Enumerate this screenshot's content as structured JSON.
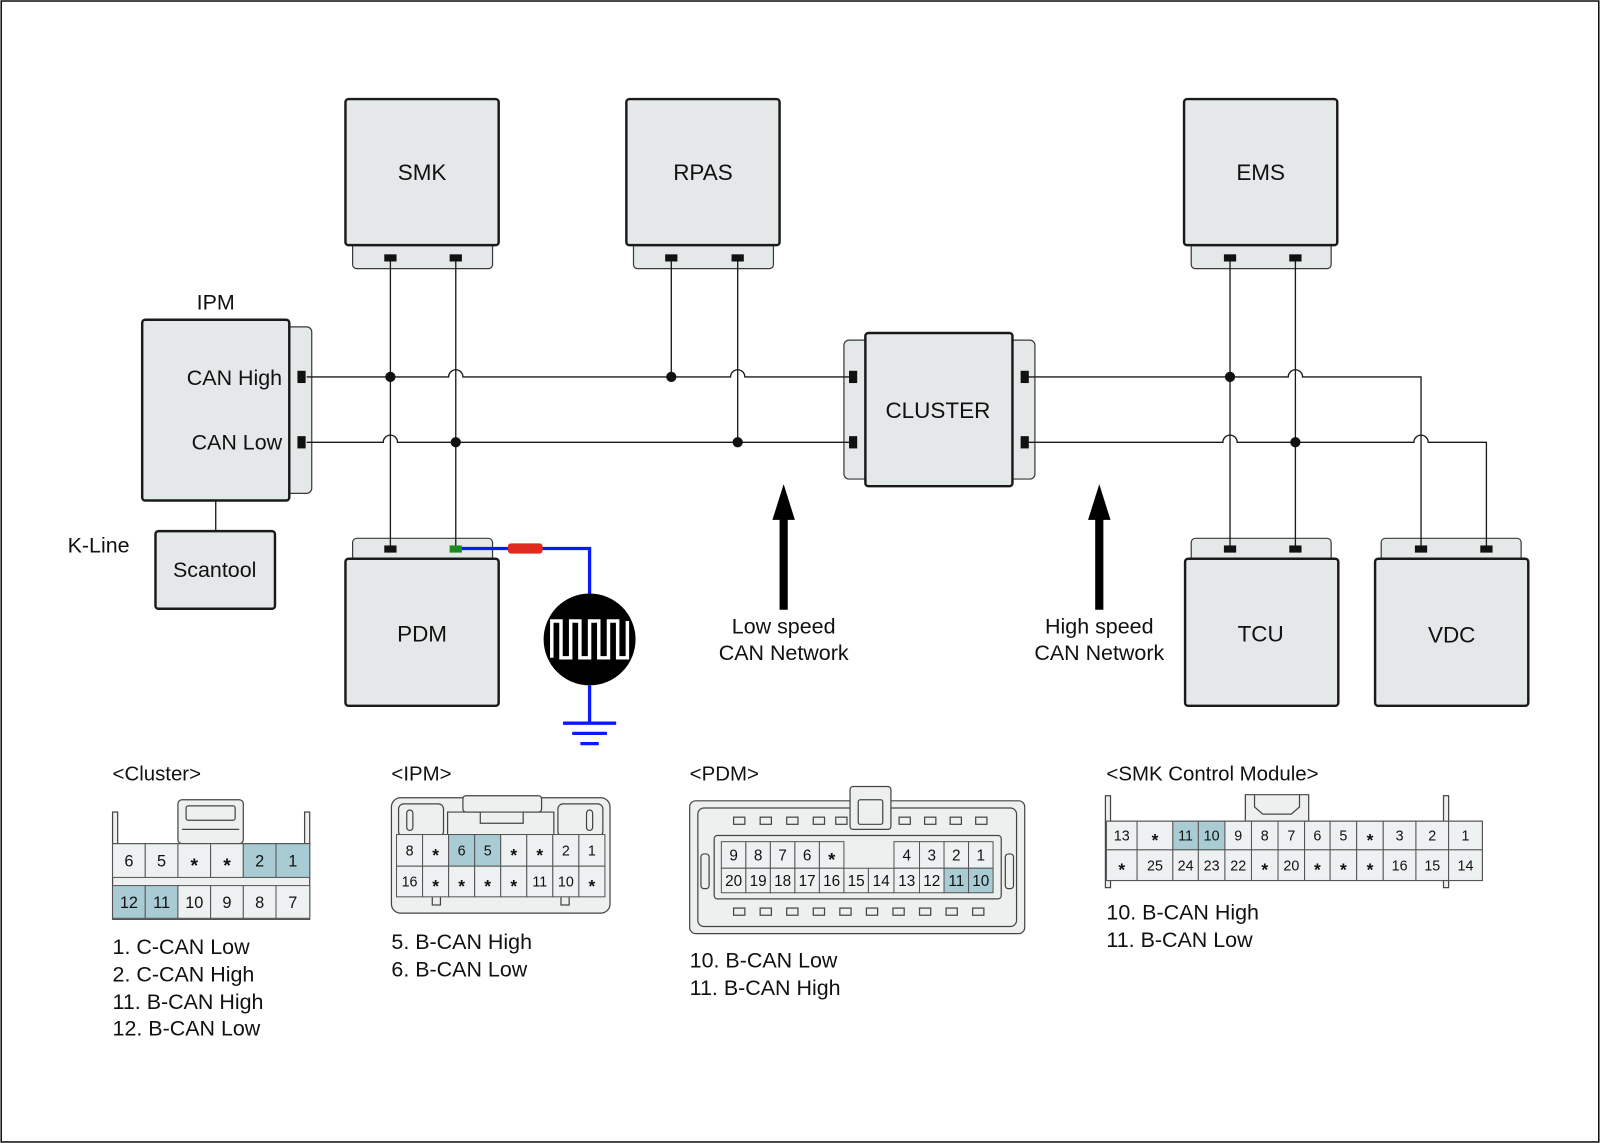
{
  "modules": {
    "smk": "SMK",
    "rpas": "RPAS",
    "ems": "EMS",
    "ipm": "IPM",
    "cluster": "CLUSTER",
    "pdm": "PDM",
    "tcu": "TCU",
    "vdc": "VDC",
    "scantool": "Scantool"
  },
  "ipm_pins": {
    "can_high": "CAN High",
    "can_low": "CAN Low"
  },
  "k_line": "K-Line",
  "networks": {
    "low_speed": {
      "line1": "Low speed",
      "line2": "CAN Network"
    },
    "high_speed": {
      "line1": "High speed",
      "line2": "CAN Network"
    }
  },
  "connectors": [
    {
      "title": "<Cluster>",
      "rows": [
        [
          "6",
          "5",
          "*",
          "*",
          "2",
          "1"
        ],
        [
          "12",
          "11",
          "10",
          "9",
          "8",
          "7"
        ]
      ],
      "highlighted": [
        "2",
        "1",
        "12",
        "11"
      ],
      "legend": [
        {
          "text": "1. C-CAN Low"
        },
        {
          "text": "2. C-CAN High"
        },
        {
          "text": "11. B-CAN High"
        },
        {
          "text": "12. B-CAN Low"
        }
      ]
    },
    {
      "title": "<IPM>",
      "rows": [
        [
          "8",
          "*",
          "6",
          "5",
          "*",
          "*",
          "2",
          "1"
        ],
        [
          "16",
          "*",
          "*",
          "*",
          "*",
          "11",
          "10",
          "*"
        ]
      ],
      "highlighted": [
        "6",
        "5"
      ],
      "legend": [
        {
          "text": "5. B-CAN High"
        },
        {
          "text": "6. B-CAN Low"
        }
      ]
    },
    {
      "title": "<PDM>",
      "rows": [
        [
          "9",
          "8",
          "7",
          "6",
          "*",
          "4",
          "3",
          "2",
          "1"
        ],
        [
          "20",
          "19",
          "18",
          "17",
          "16",
          "15",
          "14",
          "13",
          "12",
          "11",
          "10"
        ]
      ],
      "highlighted": [
        "11",
        "10"
      ],
      "legend": [
        {
          "text": "10. B-CAN Low",
          "color": "#2f8f2f"
        },
        {
          "text": "11. B-CAN High"
        }
      ]
    },
    {
      "title": "<SMK Control Module>",
      "rows": [
        [
          "13",
          "*",
          "11",
          "10",
          "9",
          "8",
          "7",
          "6",
          "5",
          "*",
          "3",
          "2",
          "1"
        ],
        [
          "*",
          "25",
          "24",
          "23",
          "22",
          "*",
          "20",
          "*",
          "*",
          "*",
          "16",
          "15",
          "14"
        ]
      ],
      "highlighted": [
        "11",
        "10"
      ],
      "legend": [
        {
          "text": "10. B-CAN High"
        },
        {
          "text": "11. B-CAN Low"
        }
      ]
    }
  ],
  "colors": {
    "module_fill": "#e4e8e8",
    "highlight": "#a9ccd4",
    "probe_wire": "#0a1aff",
    "probe_tip": "#e02a1c",
    "probe_pin": "#1e8a1e"
  }
}
